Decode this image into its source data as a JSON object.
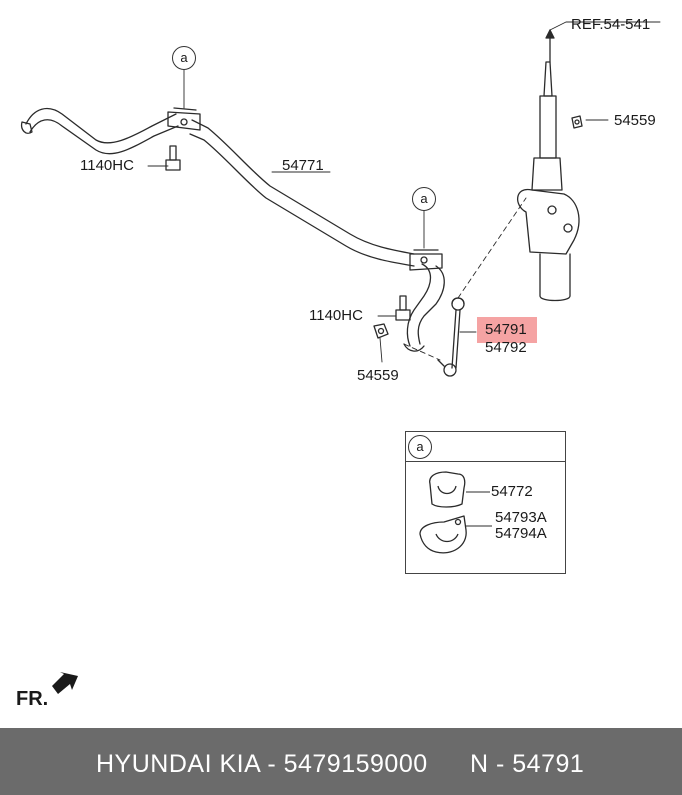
{
  "callouts": {
    "ref": "REF.54-541",
    "part_54559_top": "54559",
    "part_54771": "54771",
    "part_1140hc_left": "1140HC",
    "part_1140hc_mid": "1140HC",
    "part_54559_bottom": "54559",
    "part_54791": "54791",
    "part_54792": "54792",
    "detail_marker_left": "a",
    "detail_marker_mid": "a"
  },
  "inset": {
    "marker": "a",
    "part_54772": "54772",
    "part_54793a": "54793A",
    "part_54794a": "54794A"
  },
  "direction_label": "FR.",
  "footer": {
    "left_text": "HYUNDAI  KIA - 5479159000",
    "right_text": "N - 54791"
  },
  "colors": {
    "highlight": "#f5a3a3",
    "footer_bg": "#6b6b6b",
    "line": "#2b2b2b"
  }
}
